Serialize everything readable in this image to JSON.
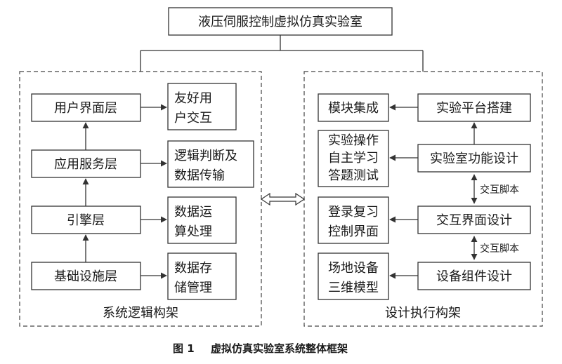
{
  "title": "液压伺服控制虚拟仿真实验室",
  "left_panel": {
    "label": "系统逻辑构架",
    "layers": [
      {
        "layer": "用户界面层",
        "desc": [
          "友好用",
          "户交互"
        ]
      },
      {
        "layer": "应用服务层",
        "desc": [
          "逻辑判断及",
          "数据传输"
        ]
      },
      {
        "layer": "引擎层",
        "desc": [
          "数据运",
          "算处理"
        ]
      },
      {
        "layer": "基础设施层",
        "desc": [
          "数据存",
          "储管理"
        ]
      }
    ]
  },
  "right_panel": {
    "label": "设计执行构架",
    "rows": [
      {
        "left": [
          "模块集成"
        ],
        "right": "实验平台搭建"
      },
      {
        "left": [
          "实验操作",
          "自主学习",
          "答题测试"
        ],
        "right": "实验室功能设计"
      },
      {
        "left": [
          "登录复习",
          "控制界面"
        ],
        "right": "交互界面设计"
      },
      {
        "left": [
          "场地设备",
          "三维模型"
        ],
        "right": "设备组件设计"
      }
    ],
    "links": [
      "交互脚本",
      "交互脚本"
    ]
  },
  "caption": {
    "number": "图 1",
    "text": "虚拟仿真实验室系统整体框架"
  }
}
